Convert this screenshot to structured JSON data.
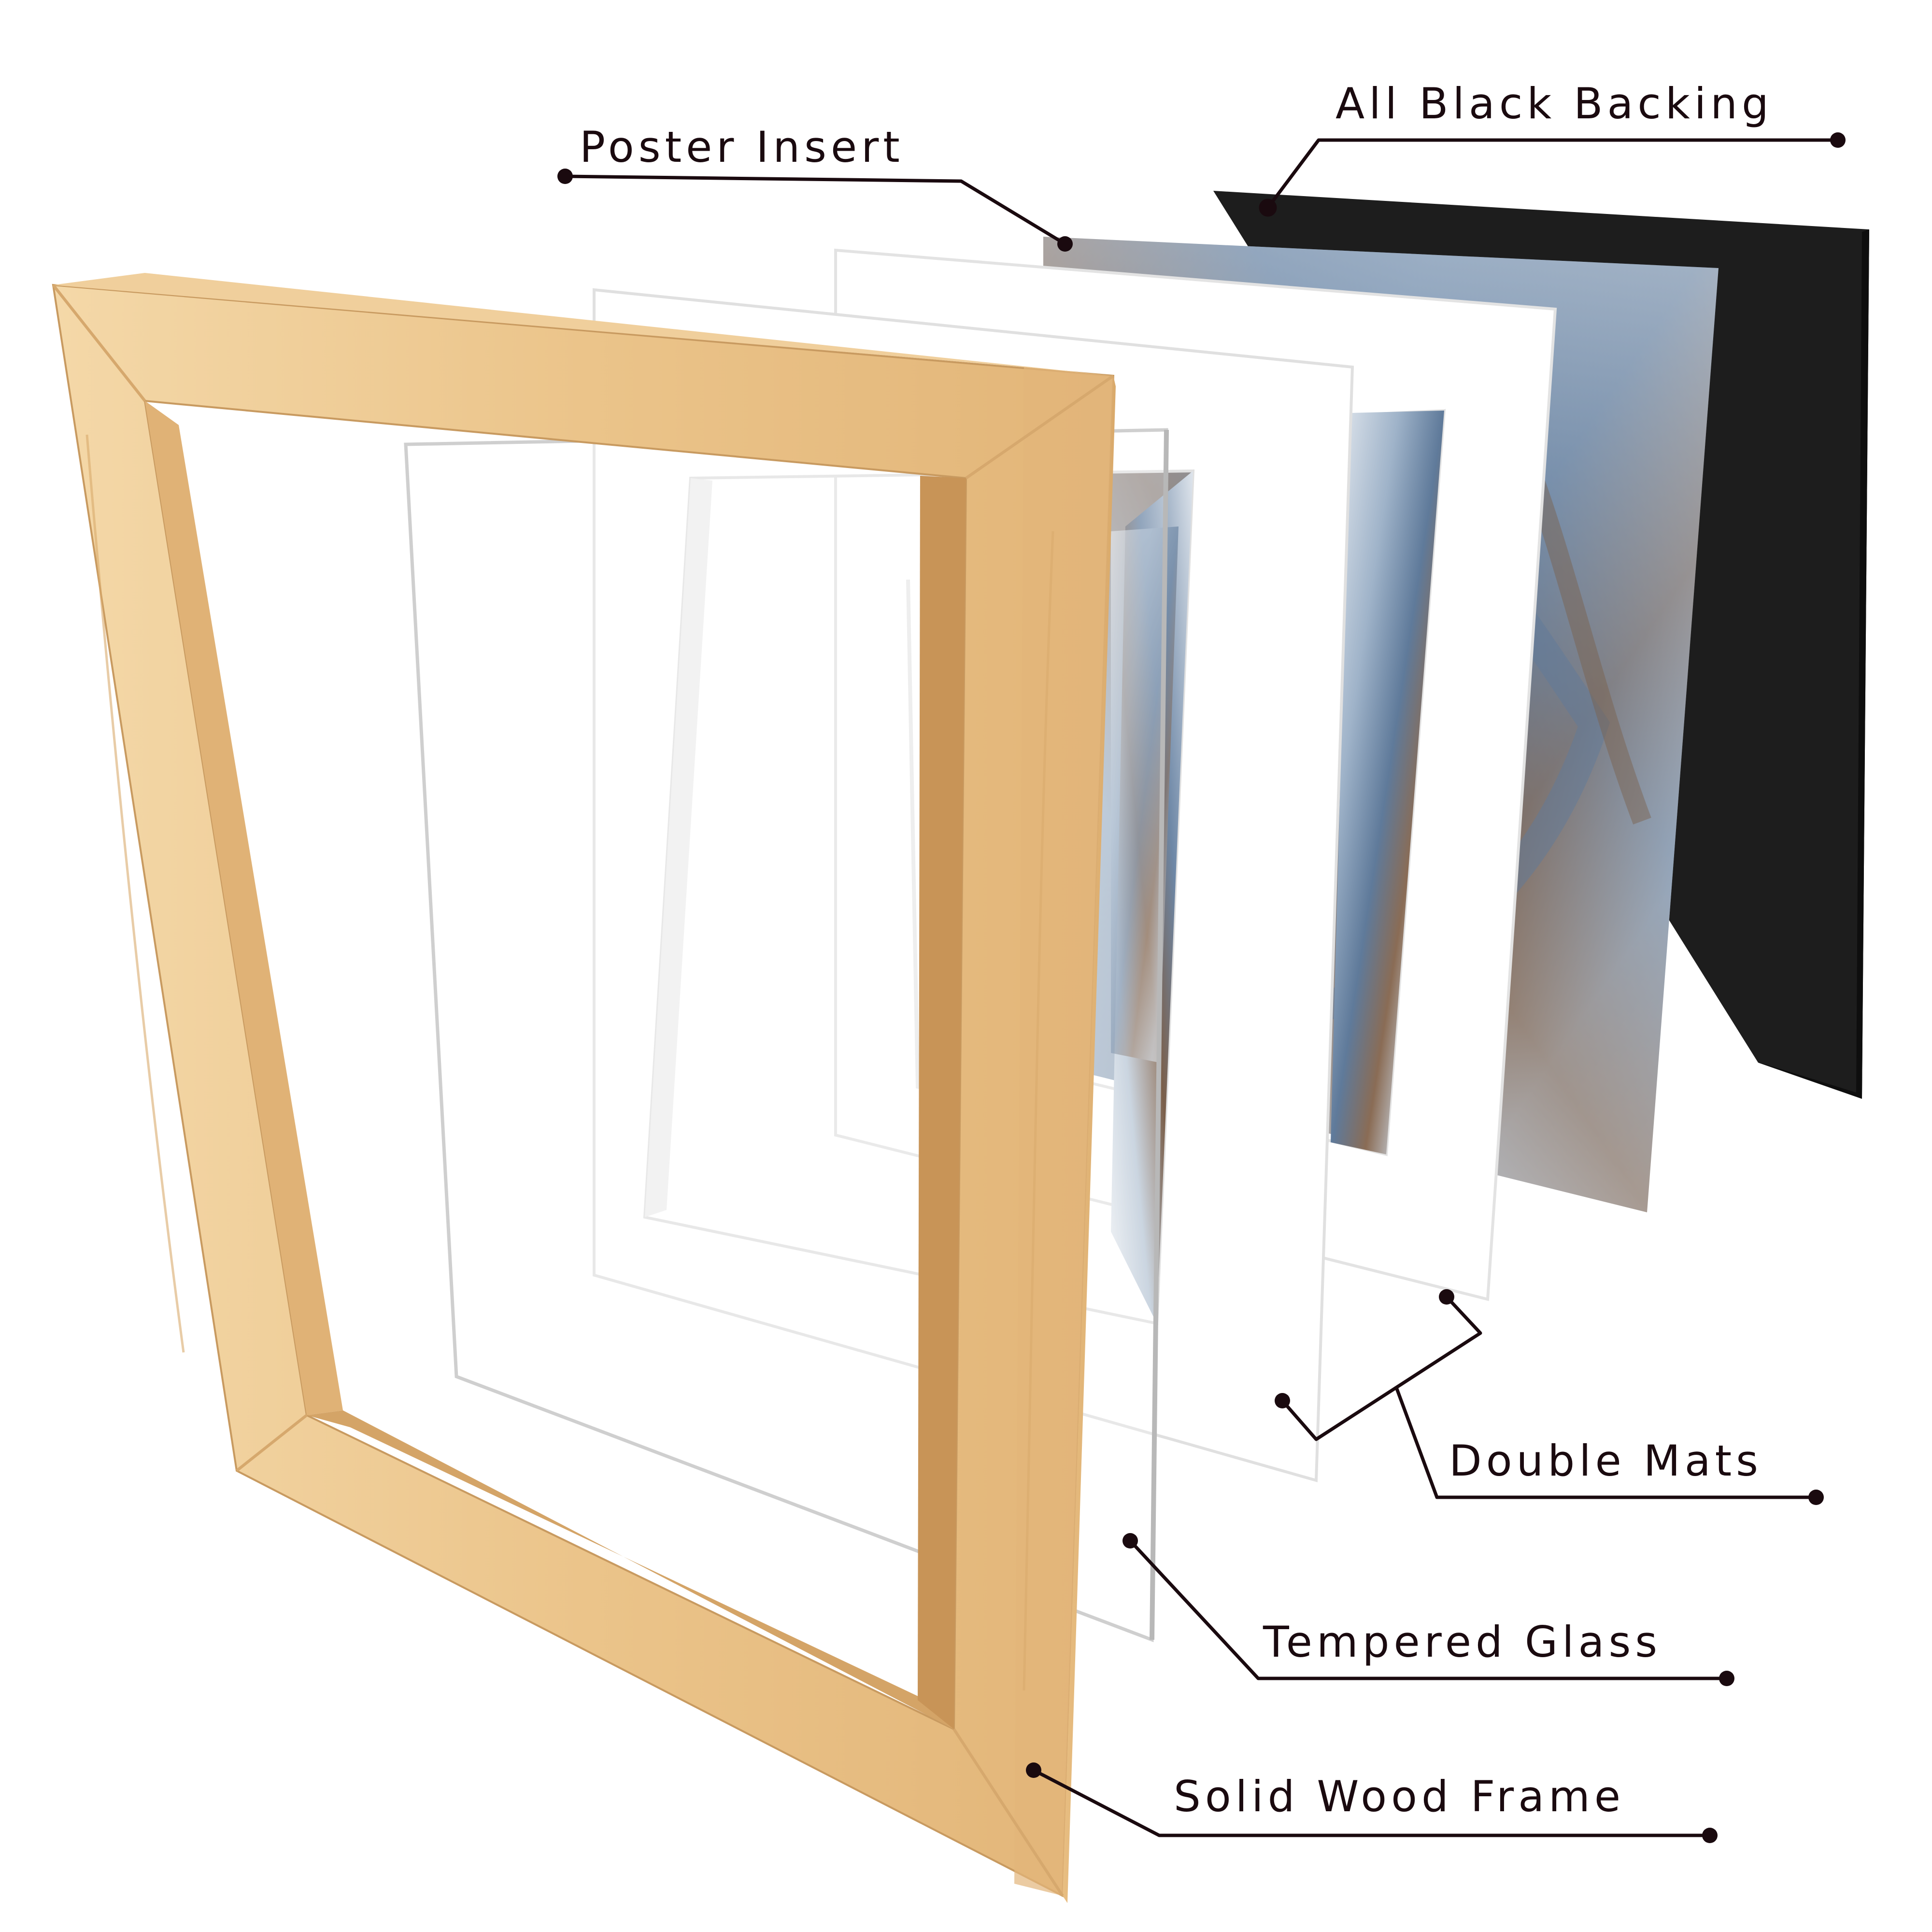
{
  "diagram": {
    "labels": {
      "all_black_backing": "All Black Backing",
      "poster_insert": "Poster Insert",
      "double_mats": "Double Mats",
      "tempered_glass": "Tempered Glass",
      "solid_wood_frame": "Solid Wood Frame"
    },
    "colors": {
      "backing": "#1c1c1c",
      "wood_light": "#f2d3a0",
      "wood_mid": "#e6bb7b",
      "wood_dark": "#c99a5c",
      "mat": "#ffffff",
      "mat_shadow": "#e6e6e6",
      "glass_edge": "#cfcfcf",
      "poster_blue": "#5f7a9a",
      "poster_brown": "#8a6c55",
      "leader": "#1a0a0f"
    }
  }
}
